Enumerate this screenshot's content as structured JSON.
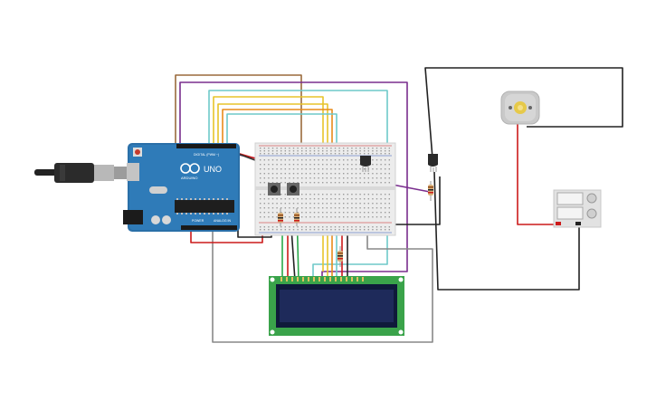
{
  "canvas": {
    "background": "#ffffff"
  },
  "arduino": {
    "brand": "UNO",
    "sub_label": "ARDUINO",
    "header_digital": "DIGITAL (PWM ~)",
    "header_power": "POWER",
    "header_analog": "ANALOG IN",
    "board_color": "#2a6fa8"
  },
  "colors": {
    "wire_brown": "#9a6a3c",
    "wire_purple": "#7a2e8e",
    "wire_teal": "#6ec9c9",
    "wire_yellow": "#e8c42a",
    "wire_orange": "#e88b1a",
    "wire_red": "#cc1a1a",
    "wire_black": "#222222",
    "wire_green": "#2aa84a",
    "wire_gray": "#888888",
    "lcd_board": "#3aa34a",
    "lcd_screen": "#1e2a5a",
    "breadboard": "#ececec"
  },
  "components": {
    "usb": "usb-cable",
    "buttons": [
      "pushbutton-1",
      "pushbutton-2"
    ],
    "transistor": "npn-transistor",
    "temp_sensor": "temperature-sensor",
    "motor": "dc-motor",
    "battery": "battery-pack",
    "lcd": "lcd-16x2"
  }
}
